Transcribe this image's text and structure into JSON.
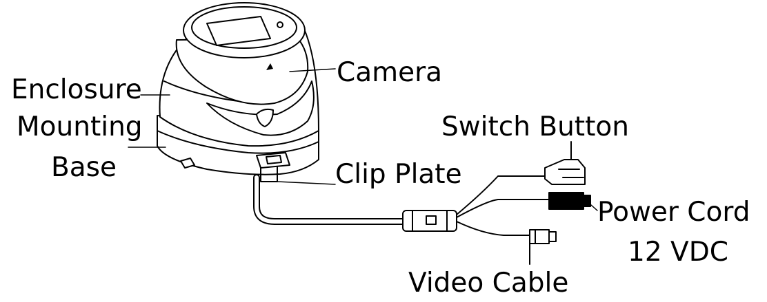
{
  "labels": {
    "camera": "Camera",
    "enclosure": "Enclosure",
    "mounting": "Mounting",
    "base": "Base",
    "clip_plate": "Clip Plate",
    "switch_button": "Switch Button",
    "power_cord": "Power Cord",
    "power_voltage": "12 VDC",
    "video_cable": "Video Cable"
  }
}
